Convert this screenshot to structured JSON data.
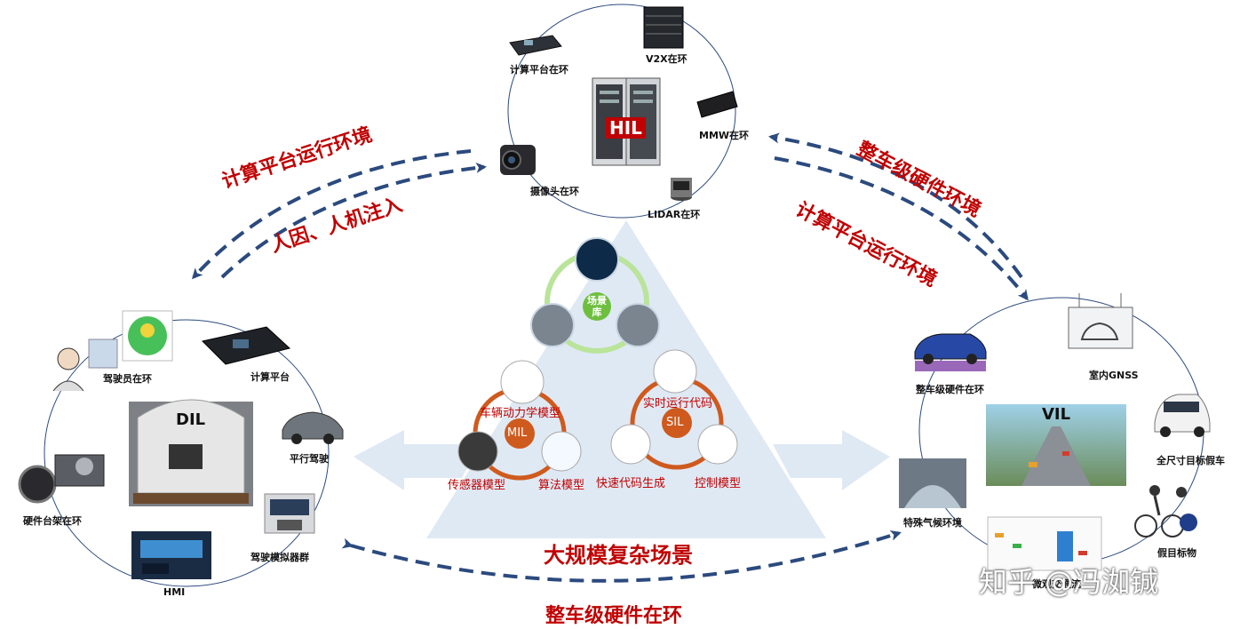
{
  "hil": {
    "title": "HIL",
    "items": {
      "compute": "计算平台在环",
      "v2x": "V2X在环",
      "mmw": "MMW在环",
      "camera": "摄像头在环",
      "lidar": "LIDAR在环"
    }
  },
  "dil": {
    "title": "DIL",
    "items": {
      "driver": "驾驶员在环",
      "compute": "计算平台",
      "parallel": "平行驾驶",
      "bench": "硬件台架在环",
      "simulators": "驾驶模拟器群",
      "hmi": "HMI"
    }
  },
  "vil": {
    "title": "VIL",
    "items": {
      "vehicle": "整车级硬件在环",
      "gnss": "室内GNSS",
      "target_car": "全尺寸目标假车",
      "weather": "特殊气候环境",
      "dummy": "假目标物",
      "traffic": "微观交通流"
    }
  },
  "center": {
    "scenario_lib": "场景库",
    "mil": "MIL",
    "sil": "SIL",
    "mil_models": {
      "vehicle_dynamics": "车辆动力学模型",
      "sensor": "传感器模型",
      "algorithm": "算法模型"
    },
    "sil_models": {
      "realtime_code": "实时运行代码",
      "rapid_codegen": "快速代码生成",
      "control": "控制模型"
    },
    "tri_title": "大规模复杂场景"
  },
  "links": {
    "left_1": "计算平台运行环境",
    "left_2": "人因、人机注入",
    "right_1": "整车级硬件环境",
    "right_2": "计算平台运行环境",
    "bottom": "整车级硬件在环"
  },
  "watermark": "知乎 @冯洳铖",
  "colors": {
    "red": "#c00000",
    "navy": "#2b4a7e",
    "tri": "#dfe9f4",
    "orange": "#cf5a1e",
    "green": "#6fbf3f"
  }
}
